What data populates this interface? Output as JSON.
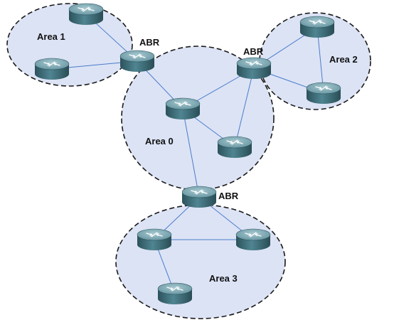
{
  "diagram": {
    "areas": [
      {
        "label": "Area 1"
      },
      {
        "label": "Area 2"
      },
      {
        "label": "Area 0"
      },
      {
        "label": "Area 3"
      }
    ],
    "abr_labels": [
      "ABR",
      "ABR",
      "ABR"
    ],
    "router_icon": "router-icon",
    "colors": {
      "area_fill": "#dce3f5",
      "area_border": "#1a1a1a",
      "link": "#4a7cc9",
      "router_body": "#3d6a75",
      "router_top": "#7faab5"
    }
  }
}
